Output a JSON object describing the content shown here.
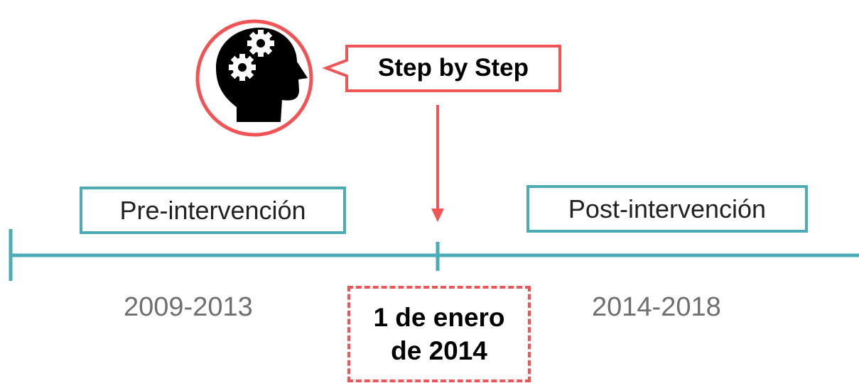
{
  "colors": {
    "timeline": "#4BACB6",
    "accent": "#F05454",
    "years_text": "#6f6f6f"
  },
  "callout": {
    "label": "Step by Step",
    "icon": "head-with-gears-icon"
  },
  "periods": {
    "pre_label": "Pre-intervención",
    "post_label": "Post-intervención",
    "pre_years": "2009-2013",
    "post_years": "2014-2018"
  },
  "intervention_date": {
    "line1": "1 de enero",
    "line2": "de 2014"
  }
}
